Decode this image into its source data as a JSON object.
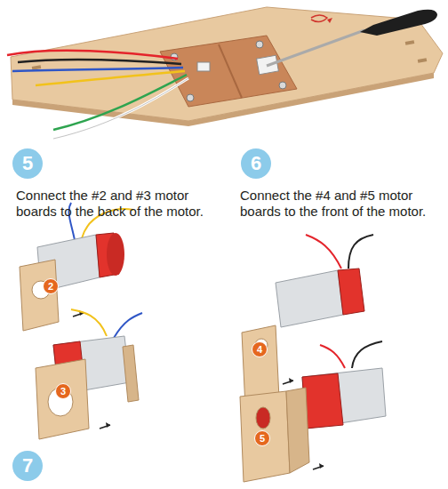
{
  "diagram": {
    "nodes": [
      {
        "text": [
          "5"
        ]
      },
      {
        "text": [
          "6"
        ]
      },
      {
        "text": [
          "2"
        ]
      },
      {
        "text": [
          "4"
        ]
      },
      {
        "text": [
          "3"
        ]
      },
      {
        "text": [
          "5"
        ]
      },
      {
        "text": [
          "7"
        ]
      }
    ],
    "labels": [
      "Connect the #2 and #3 motor boards to the back of the motor.",
      "Connect the #4 and #5 motor boards to the front of the motor."
    ]
  }
}
